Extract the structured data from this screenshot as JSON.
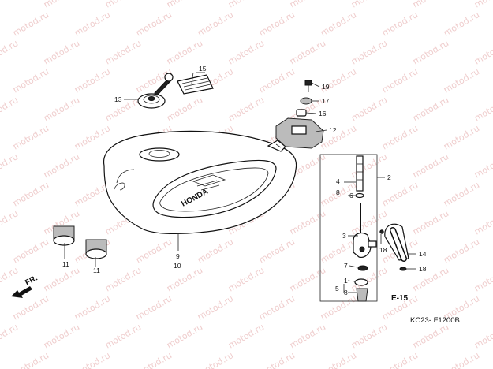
{
  "watermark": {
    "text": "motod.ru",
    "color": "#e3a6a6"
  },
  "diagram_code": "KC23- F1200B",
  "direction_label": "FR.",
  "reference": "E-15",
  "tank_logo": "HONDA",
  "callouts": {
    "c13": "13",
    "c15": "15",
    "c19": "19",
    "c17": "17",
    "c16": "16",
    "c12": "12",
    "c2": "2",
    "c4a": "4",
    "c8a": "8",
    "c6": "6",
    "c3": "3",
    "c18a": "18",
    "c14": "14",
    "c18b": "18",
    "c7": "7",
    "c1": "1",
    "c5": "5",
    "c8b": "8",
    "c9": "9",
    "c10": "10",
    "c11a": "11",
    "c11b": "11"
  }
}
